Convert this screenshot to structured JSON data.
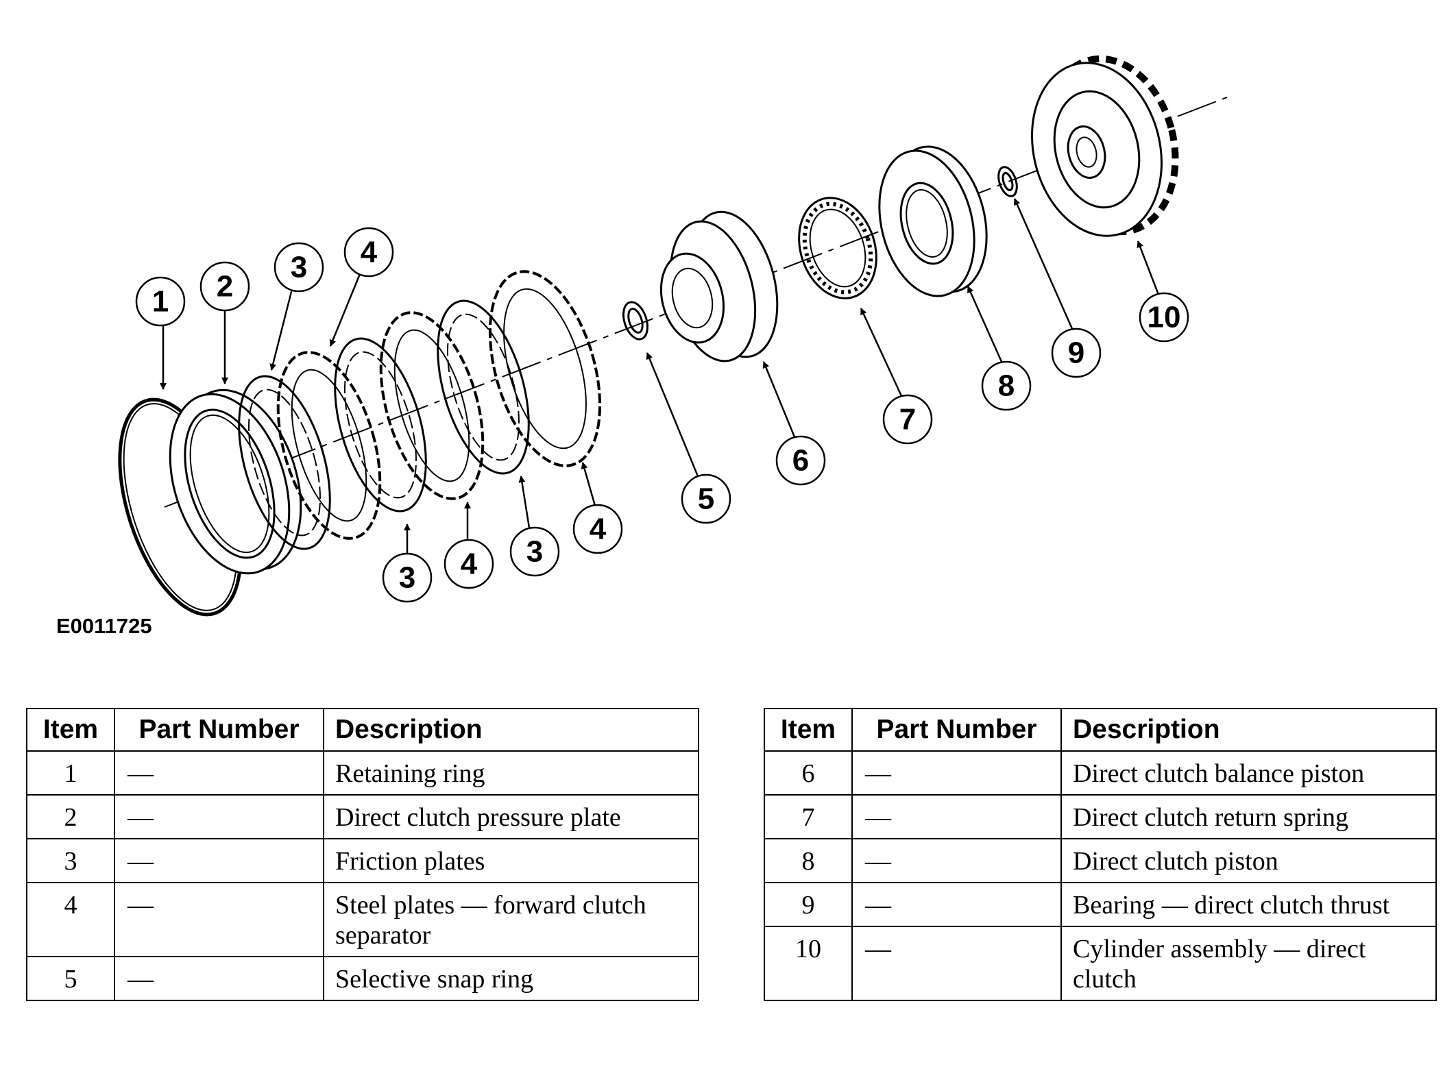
{
  "figure_id": "E0011725",
  "callouts": [
    "1",
    "2",
    "3",
    "4",
    "3",
    "4",
    "3",
    "4",
    "5",
    "6",
    "7",
    "8",
    "9",
    "10"
  ],
  "table_headers": {
    "item": "Item",
    "part_number": "Part Number",
    "description": "Description"
  },
  "parts_left": [
    {
      "item": "1",
      "part_number": "—",
      "description": "Retaining ring"
    },
    {
      "item": "2",
      "part_number": "—",
      "description": "Direct clutch pressure plate"
    },
    {
      "item": "3",
      "part_number": "—",
      "description": "Friction plates"
    },
    {
      "item": "4",
      "part_number": "—",
      "description": "Steel plates — forward clutch separator"
    },
    {
      "item": "5",
      "part_number": "—",
      "description": "Selective snap ring"
    }
  ],
  "parts_right": [
    {
      "item": "6",
      "part_number": "—",
      "description": "Direct clutch balance piston"
    },
    {
      "item": "7",
      "part_number": "—",
      "description": "Direct clutch return spring"
    },
    {
      "item": "8",
      "part_number": "—",
      "description": "Direct clutch piston"
    },
    {
      "item": "9",
      "part_number": "—",
      "description": "Bearing — direct clutch thrust"
    },
    {
      "item": "10",
      "part_number": "—",
      "description": "Cylinder assembly — direct clutch"
    }
  ]
}
